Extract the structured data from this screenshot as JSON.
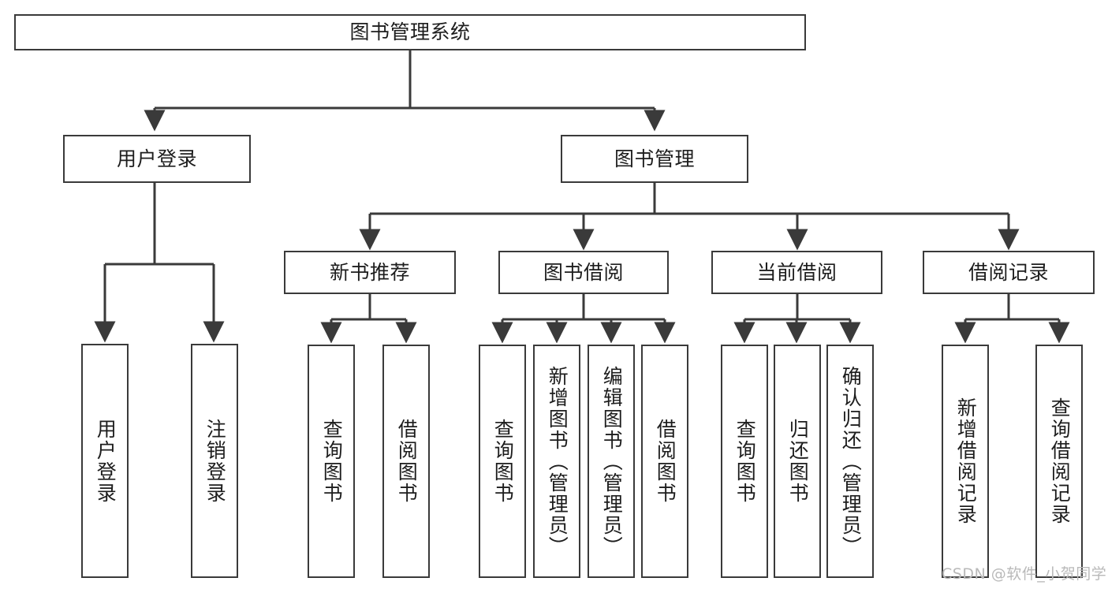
{
  "diagram": {
    "type": "tree-hierarchy-chart",
    "title": "图书管理系统",
    "watermark": "CSDN @软件_小贺同学",
    "colors": {
      "box_border": "#3a3a3a",
      "box_fill": "#ffffff",
      "connector": "#3a3a3a",
      "text": "#1d1d1d",
      "watermark": "#b9b9b9",
      "background": "#ffffff"
    },
    "root": {
      "label": "图书管理系统"
    },
    "level1": [
      {
        "label": "用户登录"
      },
      {
        "label": "图书管理"
      }
    ],
    "level2": [
      {
        "label": "新书推荐"
      },
      {
        "label": "图书借阅"
      },
      {
        "label": "当前借阅"
      },
      {
        "label": "借阅记录"
      }
    ],
    "leaves": {
      "user_login": [
        {
          "label": "用户登录"
        },
        {
          "label": "注销登录"
        }
      ],
      "new_book_recommend": [
        {
          "label": "查询图书"
        },
        {
          "label": "借阅图书"
        }
      ],
      "book_borrow": [
        {
          "label": "查询图书"
        },
        {
          "label": "新增图书（管理员）"
        },
        {
          "label": "编辑图书（管理员）"
        },
        {
          "label": "借阅图书"
        }
      ],
      "current_borrow": [
        {
          "label": "查询图书"
        },
        {
          "label": "归还图书"
        },
        {
          "label": "确认归还（管理员）"
        }
      ],
      "borrow_record": [
        {
          "label": "新增借阅记录"
        },
        {
          "label": "查询借阅记录"
        }
      ]
    }
  }
}
